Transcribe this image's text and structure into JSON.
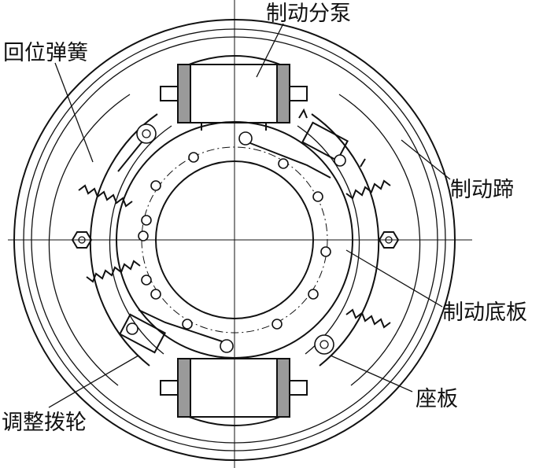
{
  "labels": {
    "wheel_cylinder": "制动分泵",
    "return_spring": "回位弹簧",
    "brake_shoe": "制动蹄",
    "backing_plate": "制动底板",
    "seat_plate": "座板",
    "adjuster_wheel": "调整拨轮"
  }
}
